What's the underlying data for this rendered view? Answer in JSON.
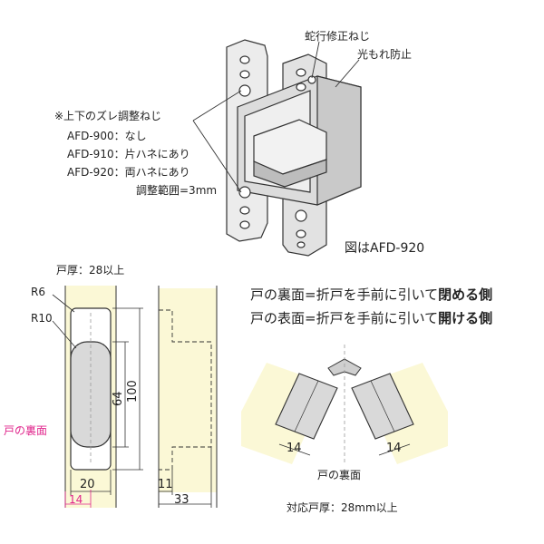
{
  "hinge": {
    "label_meander_screw": "蛇行修正ねじ",
    "label_light_leak": "光もれ防止",
    "adjust_screw": {
      "title": "※上下のズレ調整ねじ",
      "rows": [
        "AFD-900：なし",
        "AFD-910：片ハネにあり",
        "AFD-920：両ハネにあり"
      ],
      "range": "調整範囲=3mm"
    },
    "caption": "図はAFD-920"
  },
  "front_view": {
    "door_thickness": "戸厚：28以上",
    "r6": "R6",
    "r10": "R10",
    "door_back_label": "戸の裏面",
    "dim_64": "64",
    "dim_100": "100",
    "dim_20": "20",
    "dim_14": "14"
  },
  "side_view": {
    "dim_11": "11",
    "dim_33": "33"
  },
  "notes": {
    "line1_prefix": "戸の裏面=折戸を手前に引いて",
    "line1_bold": "閉める側",
    "line2_prefix": "戸の表面=折戸を手前に引いて",
    "line2_bold": "開ける側"
  },
  "fold_view": {
    "dim_left": "14",
    "dim_right": "14",
    "door_back_label": "戸の裏面",
    "min_thickness": "対応戸厚：28mm以上"
  },
  "colors": {
    "door_fill": "#fbf8d6",
    "part_fill": "#d9d9d9",
    "accent_pink": "#e0268c"
  }
}
